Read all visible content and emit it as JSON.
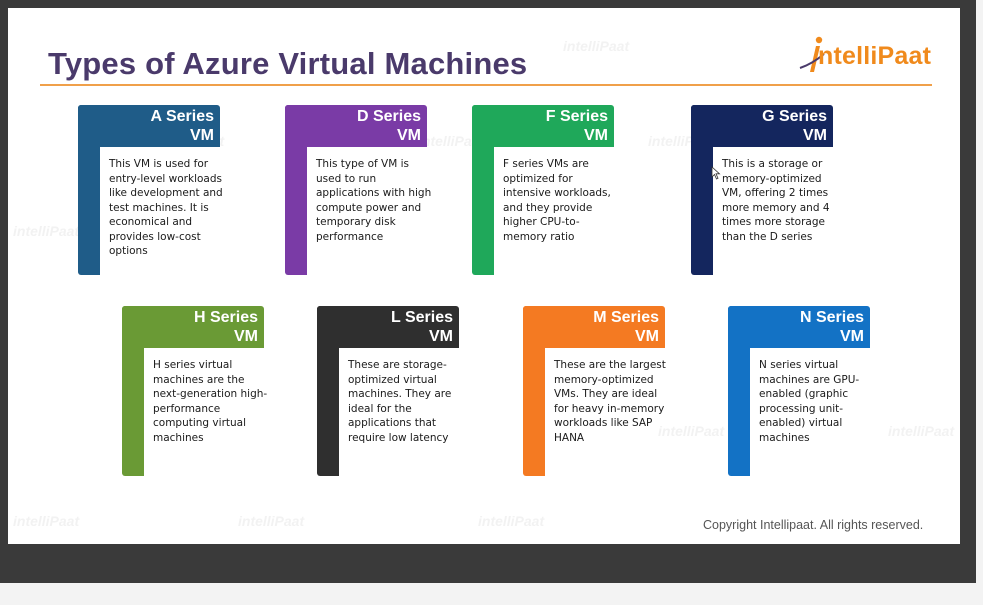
{
  "slide": {
    "title": "Types of Azure Virtual Machines",
    "logo": {
      "text": "ntelliPaat",
      "mark_icon": "intellipaat-logo-icon"
    },
    "watermark_text": "intelliPaat",
    "copyright": "Copyright Intellipaat. All rights reserved."
  },
  "colors": {
    "title": "#4a3a6b",
    "rule": "#f0a04a",
    "logo": "#f08a1c"
  },
  "cards": [
    {
      "name": "A Series",
      "vm": "VM",
      "color": "#1f5c88",
      "desc": "This VM is used for entry-level workloads like development and test machines. It is economical and provides low-cost options"
    },
    {
      "name": "D Series",
      "vm": "VM",
      "color": "#7a3ba6",
      "desc": "This type of VM is used to run applications with high compute power and temporary disk performance"
    },
    {
      "name": "F Series",
      "vm": "VM",
      "color": "#1fa85a",
      "desc": "F series VMs are optimized for intensive workloads, and they provide higher CPU-to-memory ratio"
    },
    {
      "name": "G Series",
      "vm": "VM",
      "color": "#14265e",
      "desc": "This is a storage or memory-optimized VM, offering 2 times more memory and 4 times more storage than the D series"
    },
    {
      "name": "H Series",
      "vm": "VM",
      "color": "#6a9a35",
      "desc": "H series virtual machines are the next-generation high-performance computing virtual machines"
    },
    {
      "name": "L Series",
      "vm": "VM",
      "color": "#2f2f2f",
      "desc": "These are storage-optimized virtual machines. They are ideal for the applications that require low latency"
    },
    {
      "name": "M Series",
      "vm": "VM",
      "color": "#f47a22",
      "desc": "These are the largest memory-optimized VMs. They are ideal for heavy in-memory workloads like SAP HANA"
    },
    {
      "name": "N Series",
      "vm": "VM",
      "color": "#1372c5",
      "desc": "N series virtual machines are GPU-enabled (graphic processing unit-enabled) virtual machines"
    }
  ]
}
